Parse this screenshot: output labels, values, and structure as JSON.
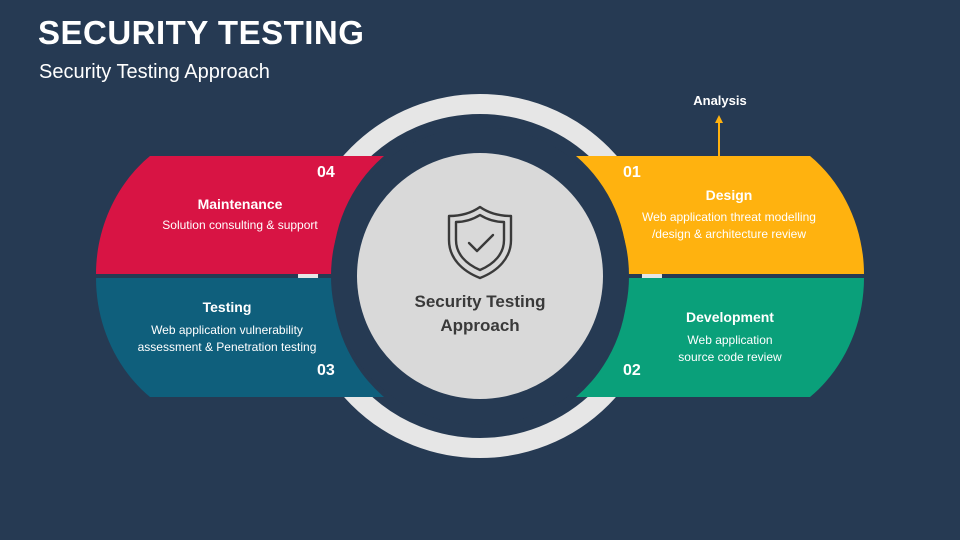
{
  "title": "SECURITY TESTING",
  "subtitle": "Security Testing Approach",
  "center": {
    "label_line1": "Security Testing",
    "label_line2": "Approach",
    "icon": "shield-check-icon"
  },
  "analysis_label": "Analysis",
  "stages": {
    "maintenance": {
      "number": "04",
      "heading": "Maintenance",
      "desc_line1": "Solution consulting & support",
      "color": "#d81444"
    },
    "design": {
      "number": "01",
      "heading": "Design",
      "desc_line1": "Web application threat modelling",
      "desc_line2": "/design & architecture review",
      "color": "#ffb20f"
    },
    "testing": {
      "number": "03",
      "heading": "Testing",
      "desc_line1": "Web application vulnerability",
      "desc_line2": "assessment & Penetration testing",
      "color": "#0f5f7c"
    },
    "development": {
      "number": "02",
      "heading": "Development",
      "desc_line1": "Web application",
      "desc_line2": "source code review",
      "color": "#0aa07a"
    }
  },
  "colors": {
    "background": "#263a53",
    "ring": "#e6e6e6",
    "center_circle": "#d9d9d9",
    "arrow": "#ffb20f"
  }
}
